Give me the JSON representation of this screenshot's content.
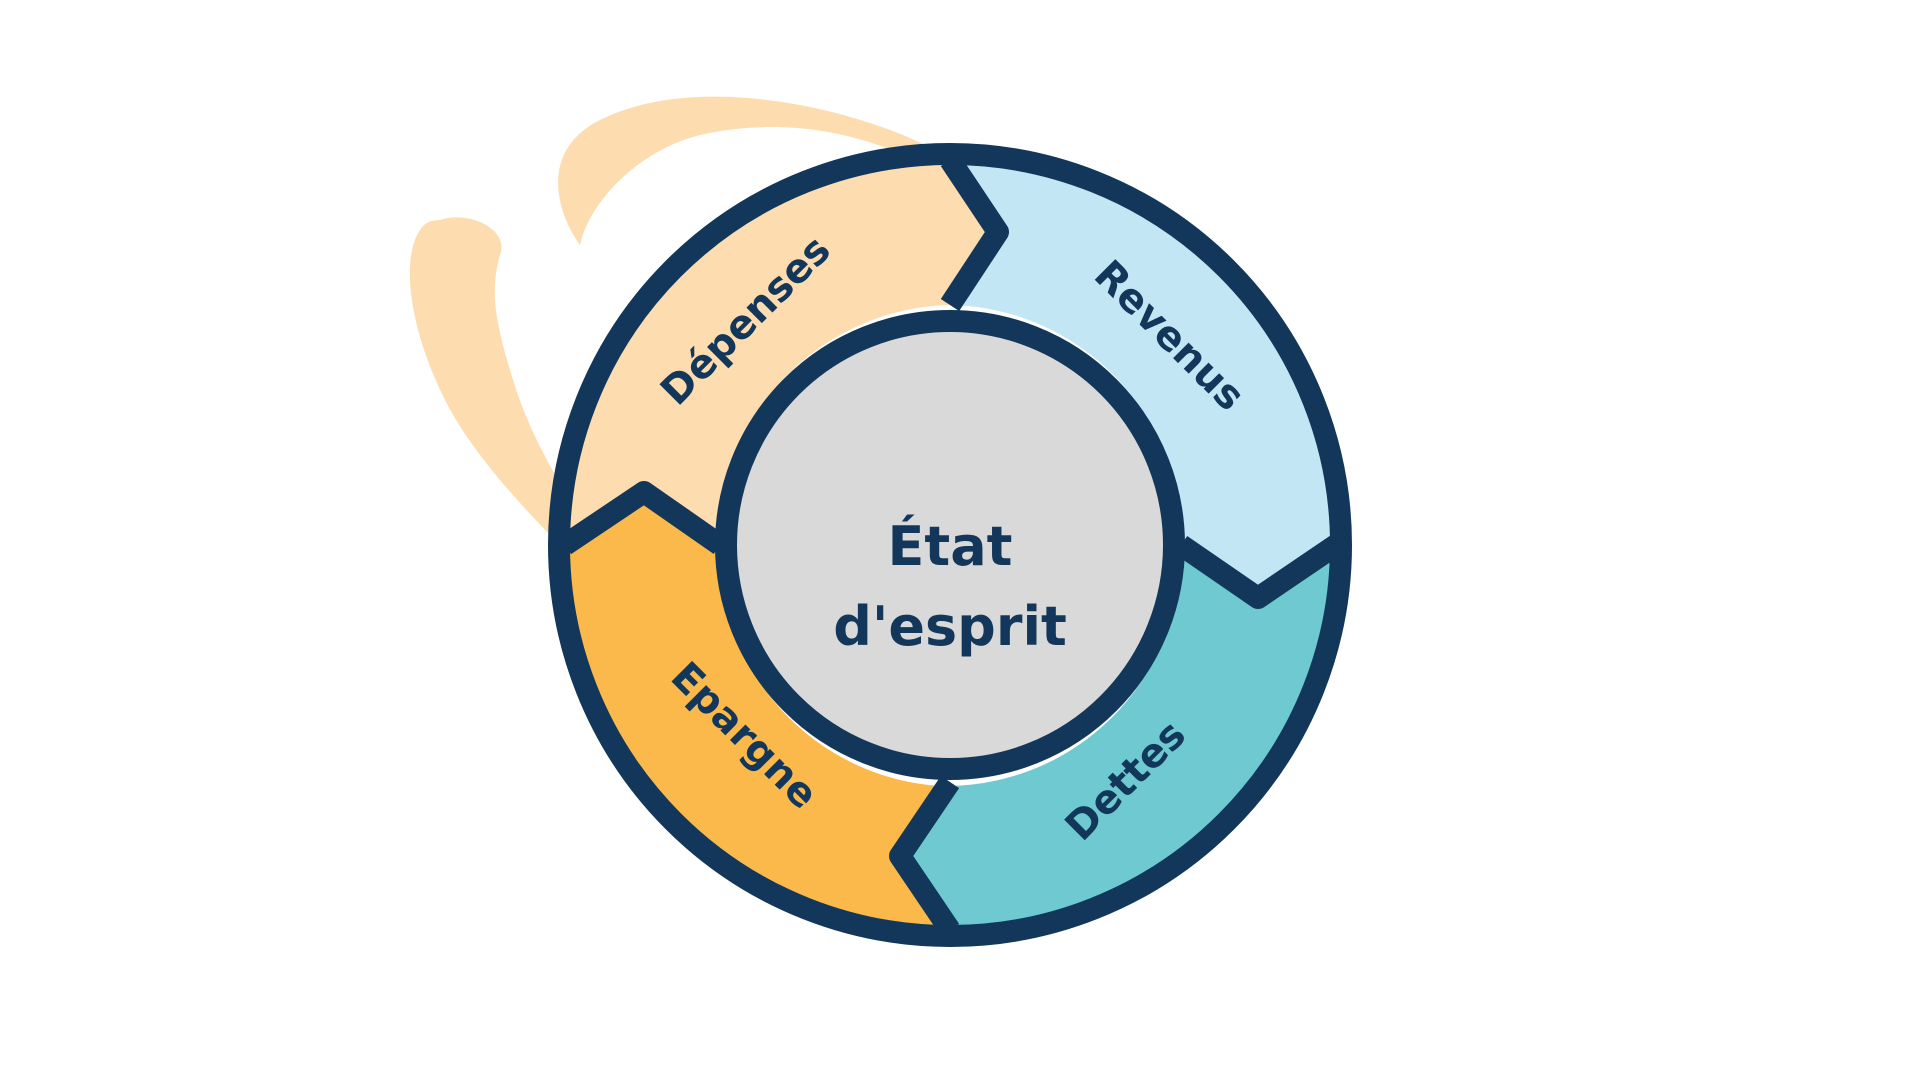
{
  "diagram": {
    "center": {
      "line1": "État",
      "line2": "d'esprit"
    },
    "segments": [
      {
        "label": "Dépenses",
        "color": "#fddcb0"
      },
      {
        "label": "Revenus",
        "color": "#c3e6f5"
      },
      {
        "label": "Dettes",
        "color": "#6ecad0"
      },
      {
        "label": "Epargne",
        "color": "#fbb94b"
      }
    ],
    "center_color": "#d9d9d9",
    "outline_color": "#12375a",
    "decoration_color": "#fddcb0"
  }
}
